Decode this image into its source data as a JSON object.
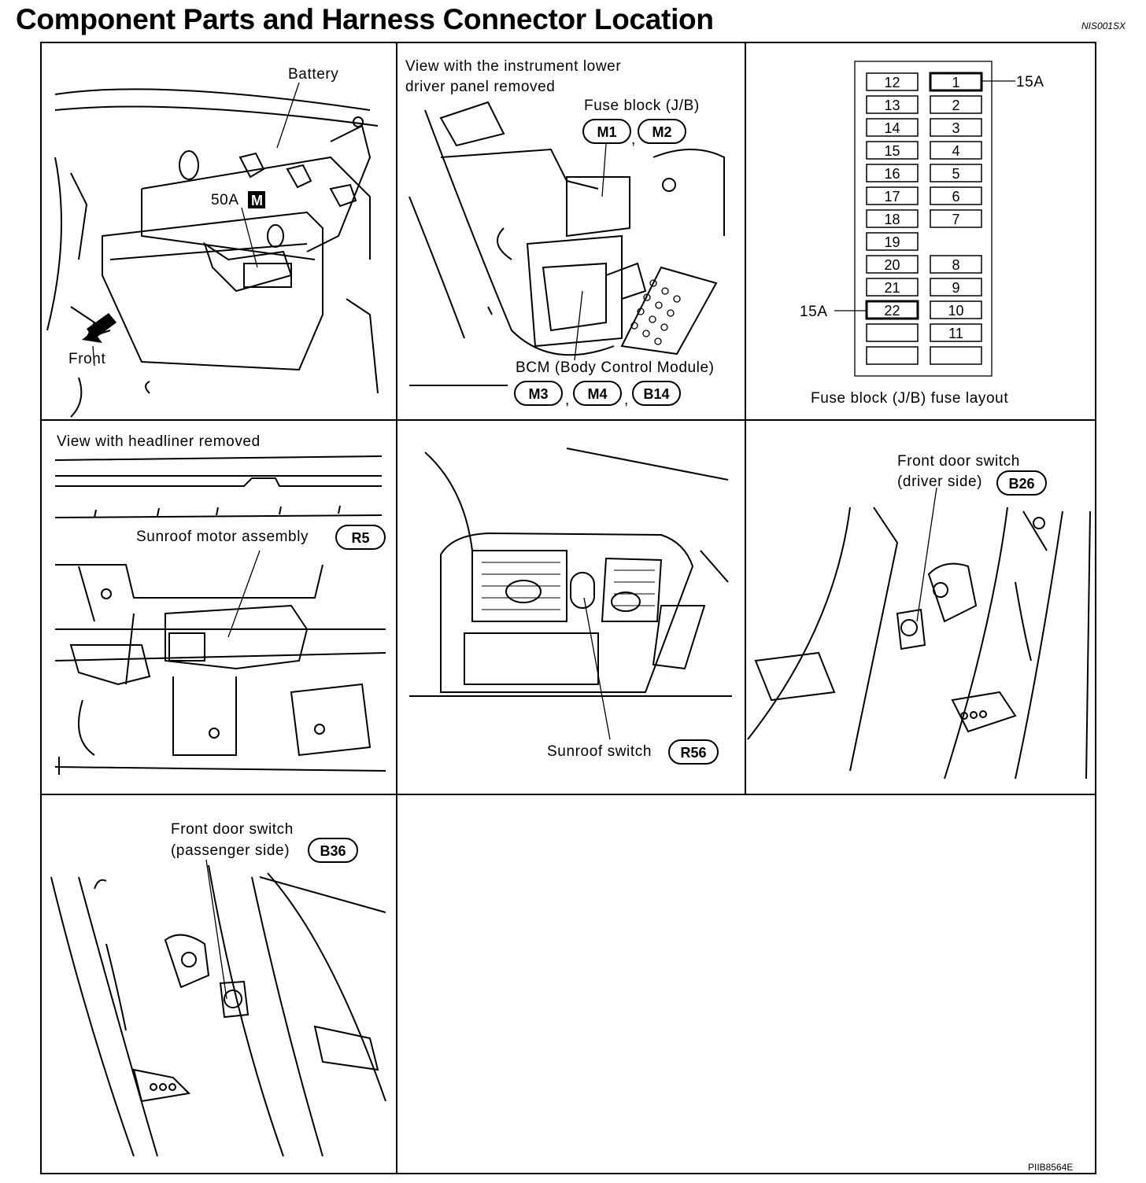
{
  "header": {
    "title": "Component Parts and Harness Connector Location",
    "ref_code": "NIS001SX",
    "doc_code": "PIIB8564E"
  },
  "panels": {
    "battery": {
      "battery_label": "Battery",
      "fuse_label": "50A",
      "fuse_box_letter": "M",
      "front_label": "Front"
    },
    "instrument": {
      "view_line1": "View with the instrument lower",
      "view_line2": "driver panel removed",
      "fuse_block_label": "Fuse block (J/B)",
      "fuse_connectors": [
        "M1",
        "M2"
      ],
      "bcm_label": "BCM (Body Control Module)",
      "bcm_connectors": [
        "M3",
        "M4",
        "B14"
      ]
    },
    "fuse_layout": {
      "caption": "Fuse block (J/B) fuse layout",
      "left_column": [
        "12",
        "13",
        "14",
        "15",
        "16",
        "17",
        "18",
        "19",
        "20",
        "21",
        "22",
        "",
        ""
      ],
      "right_column": [
        "1",
        "2",
        "3",
        "4",
        "5",
        "6",
        "7",
        "",
        "8",
        "9",
        "10",
        "11",
        ""
      ],
      "callout_top": "15A",
      "callout_bottom": "15A"
    },
    "headliner": {
      "view_label": "View with headliner removed",
      "motor_label": "Sunroof motor assembly",
      "motor_connector": "R5"
    },
    "sunroof_switch": {
      "label": "Sunroof switch",
      "connector": "R56"
    },
    "driver_door": {
      "label_line1": "Front door switch",
      "label_line2": "(driver side)",
      "connector": "B26"
    },
    "passenger_door": {
      "label_line1": "Front door switch",
      "label_line2": "(passenger side)",
      "connector": "B36"
    }
  }
}
